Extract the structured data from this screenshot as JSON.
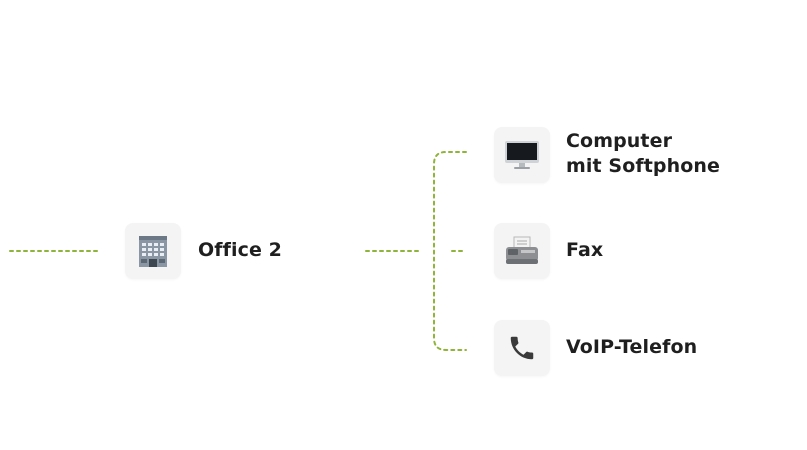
{
  "nodes": {
    "office": {
      "label": "Office 2",
      "icon": "office-building-icon"
    },
    "computer": {
      "label_line1": "Computer",
      "label_line2": "mit Softphone",
      "icon": "desktop-monitor-icon"
    },
    "fax": {
      "label": "Fax",
      "icon": "fax-machine-icon"
    },
    "phone": {
      "label": "VoIP-Telefon",
      "icon": "telephone-handset-icon"
    }
  },
  "colors": {
    "connector": "#8fb43a",
    "tile_background": "#f4f4f4",
    "text": "#1f1f1f"
  }
}
